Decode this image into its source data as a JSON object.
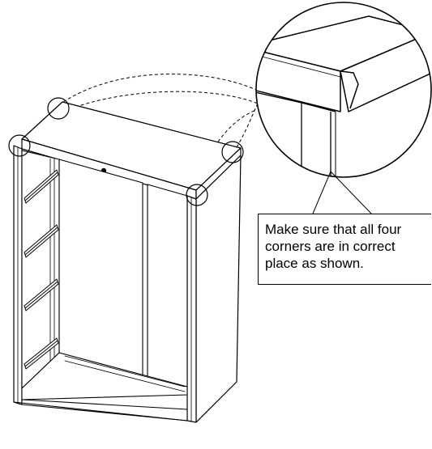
{
  "callout": {
    "lines": [
      "Make sure that all four",
      "corners are in correct",
      "place as shown."
    ]
  },
  "colors": {
    "line": "#000000",
    "panel_shade": "#f2f2f2",
    "background": "#ffffff"
  }
}
